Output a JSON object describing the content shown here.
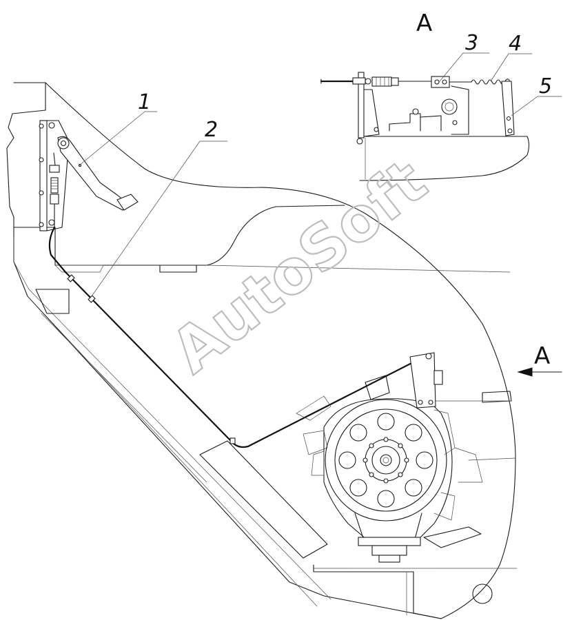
{
  "view": {
    "label": "A",
    "arrow_label": "A"
  },
  "callouts": [
    "1",
    "2",
    "3",
    "4",
    "5"
  ],
  "watermark": "AutoSoft"
}
